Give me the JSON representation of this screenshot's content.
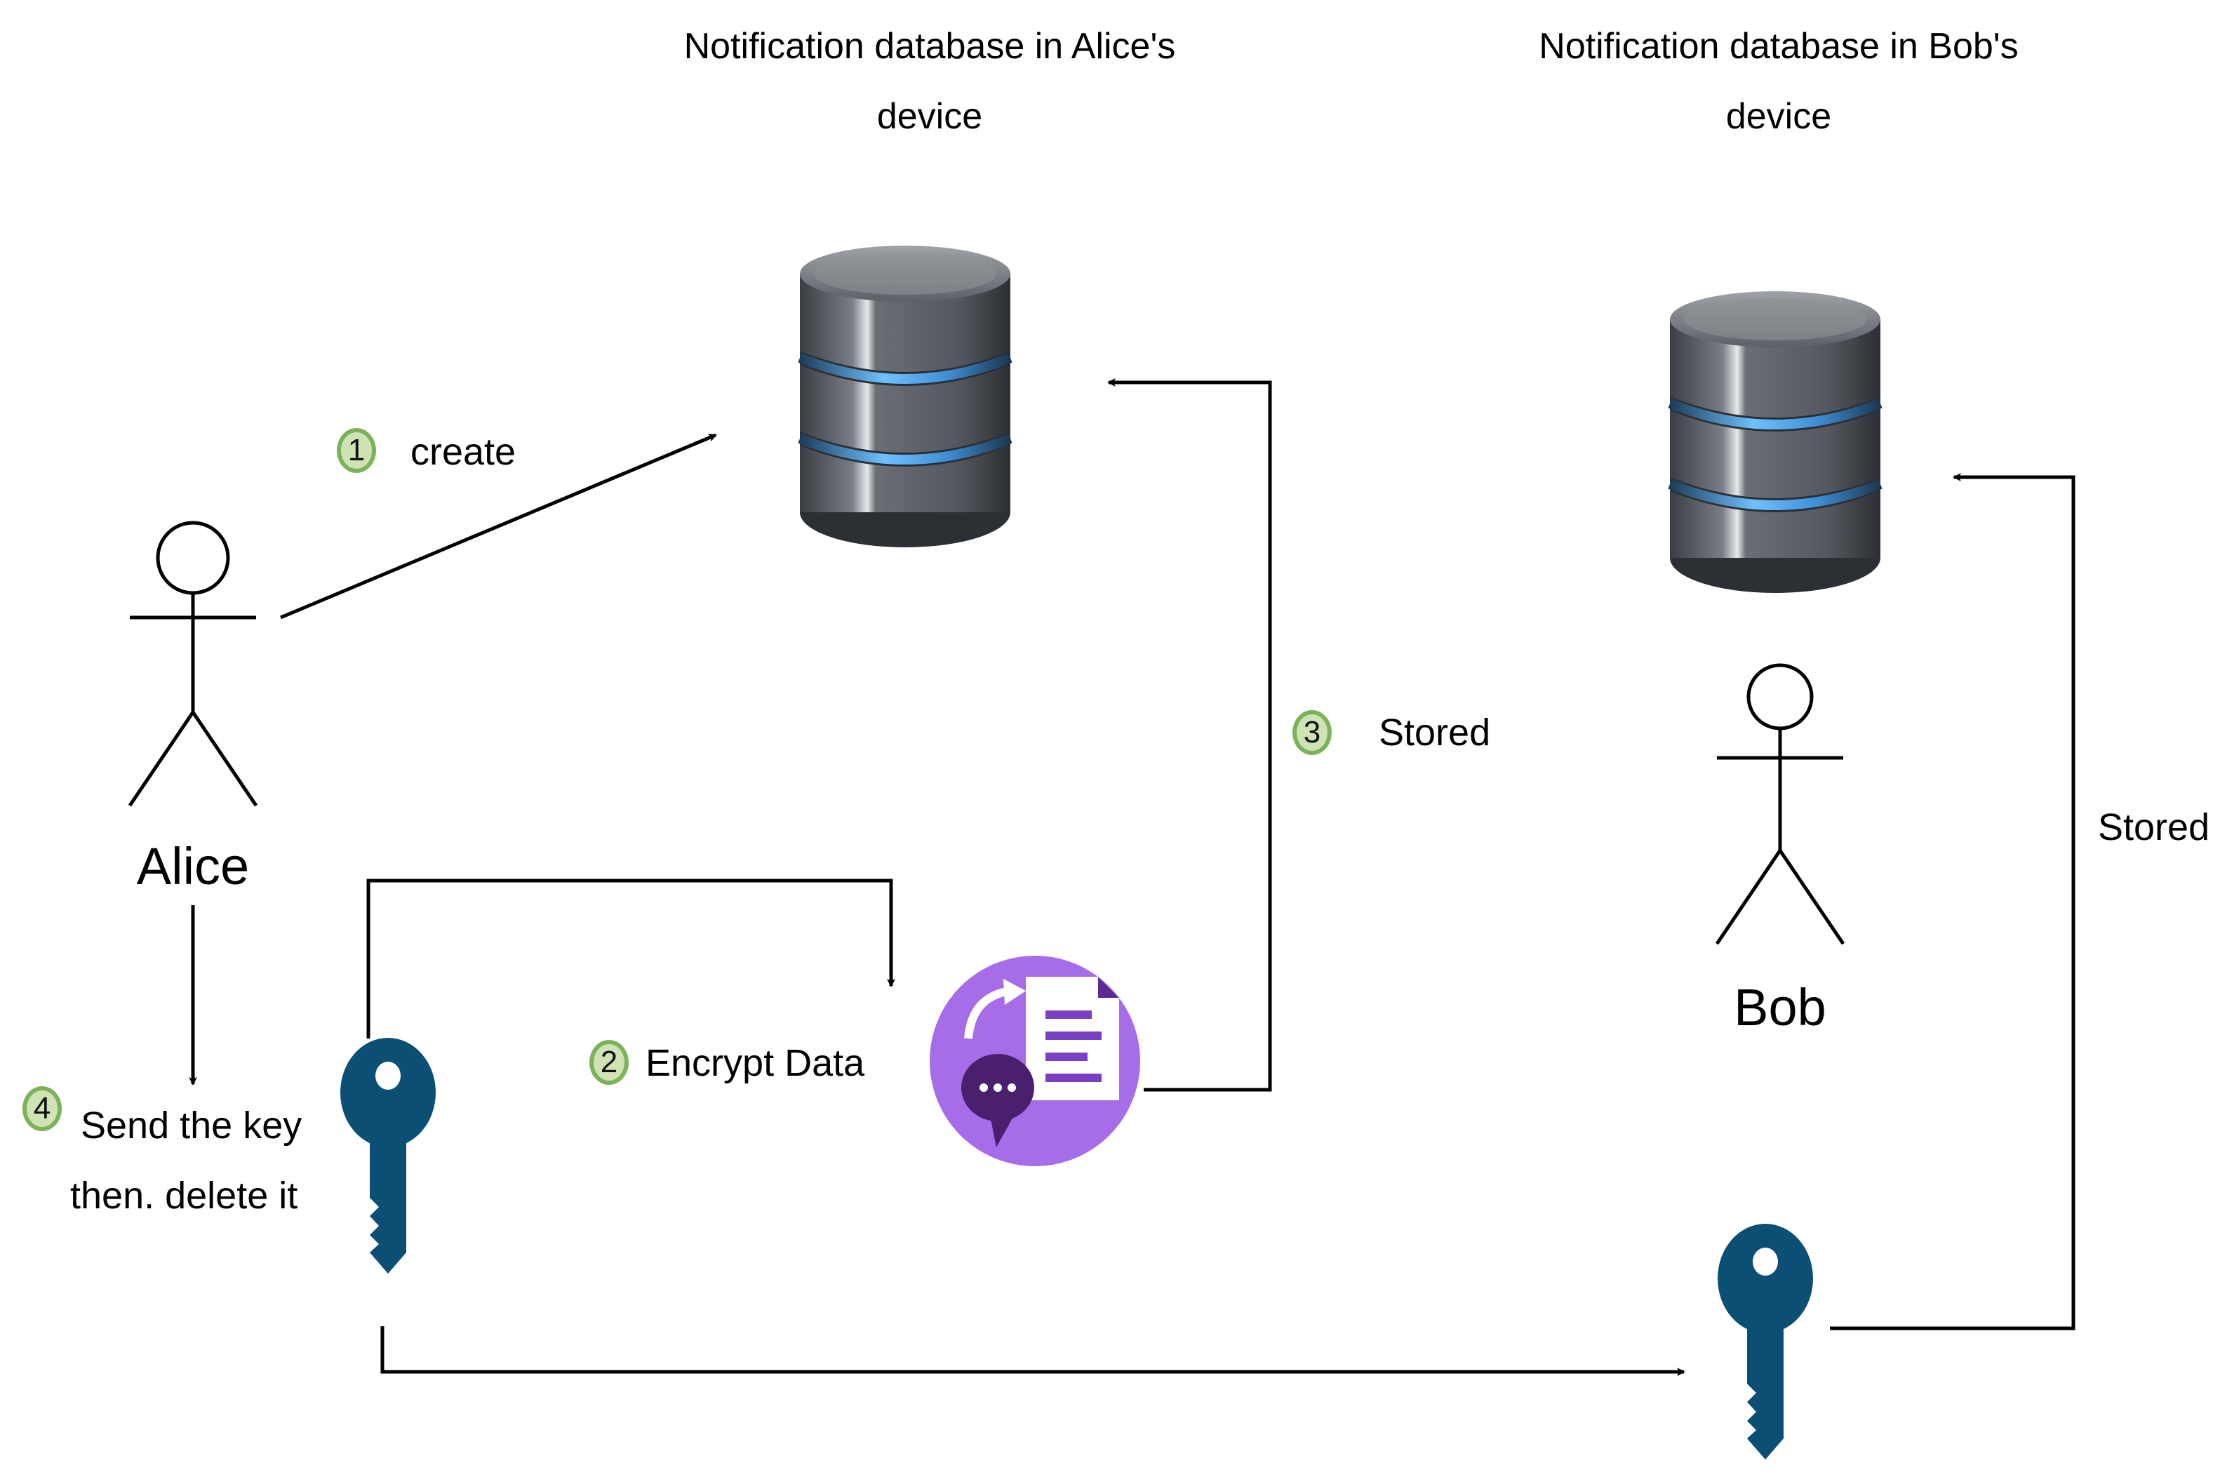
{
  "titles": {
    "alice_db": [
      "Notification database in Alice's",
      "device"
    ],
    "bob_db": [
      "Notification database in Bob's",
      "device"
    ]
  },
  "actors": {
    "alice": "Alice",
    "bob": "Bob"
  },
  "steps": [
    {
      "number": "1",
      "label": "create"
    },
    {
      "number": "2",
      "label": "Encrypt Data"
    },
    {
      "number": "3",
      "label": "Stored"
    },
    {
      "number": "4",
      "label": [
        "Send the key",
        "then. delete it"
      ]
    }
  ],
  "bob_stored_label": "Stored",
  "colors": {
    "key": "#0b4f75",
    "encrypt_circle": "#a76de8",
    "badge_fill": "#cfe3b4",
    "badge_border": "#7cb35a",
    "db_glow": "#4aa3e8"
  },
  "icons": [
    "database-icon",
    "key-icon",
    "encrypt-document-icon",
    "stick-figure-icon"
  ]
}
